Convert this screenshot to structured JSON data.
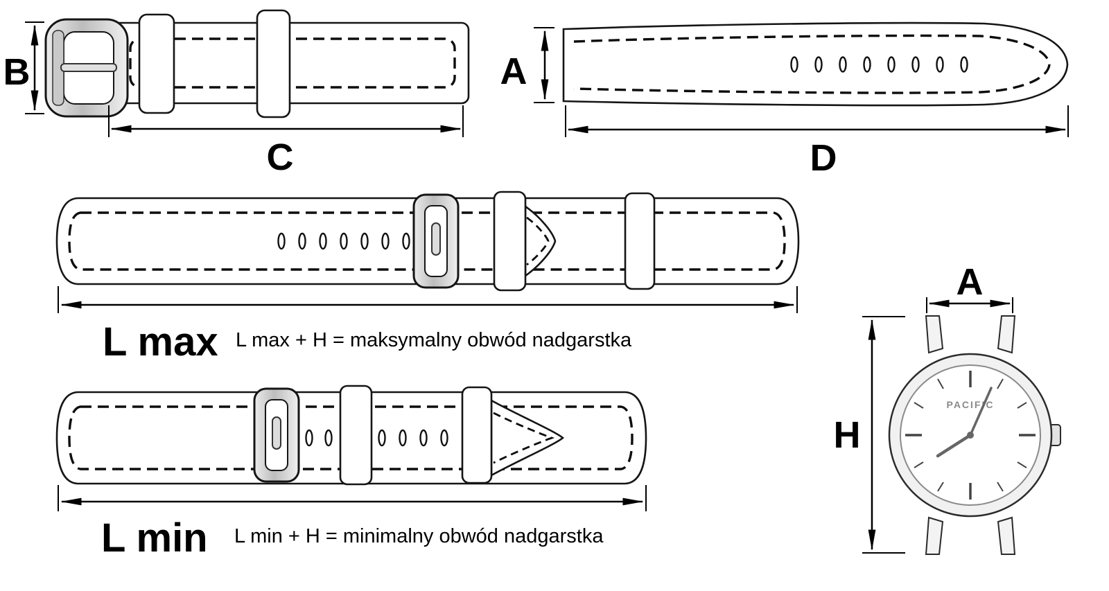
{
  "diagram": {
    "dimensions": {
      "b": "B",
      "c": "C",
      "a": "A",
      "d": "D"
    },
    "lmax": {
      "label": "L max",
      "formula": "L max + H  = maksymalny obwód nadgarstka"
    },
    "lmin": {
      "label": "L min",
      "formula": "L min + H  = minimalny obwód nadgarstka"
    },
    "watch": {
      "brand": "PACIFIC",
      "dim_width": "A",
      "dim_height": "H"
    },
    "colors": {
      "line": "#111111",
      "background": "#ffffff"
    }
  }
}
